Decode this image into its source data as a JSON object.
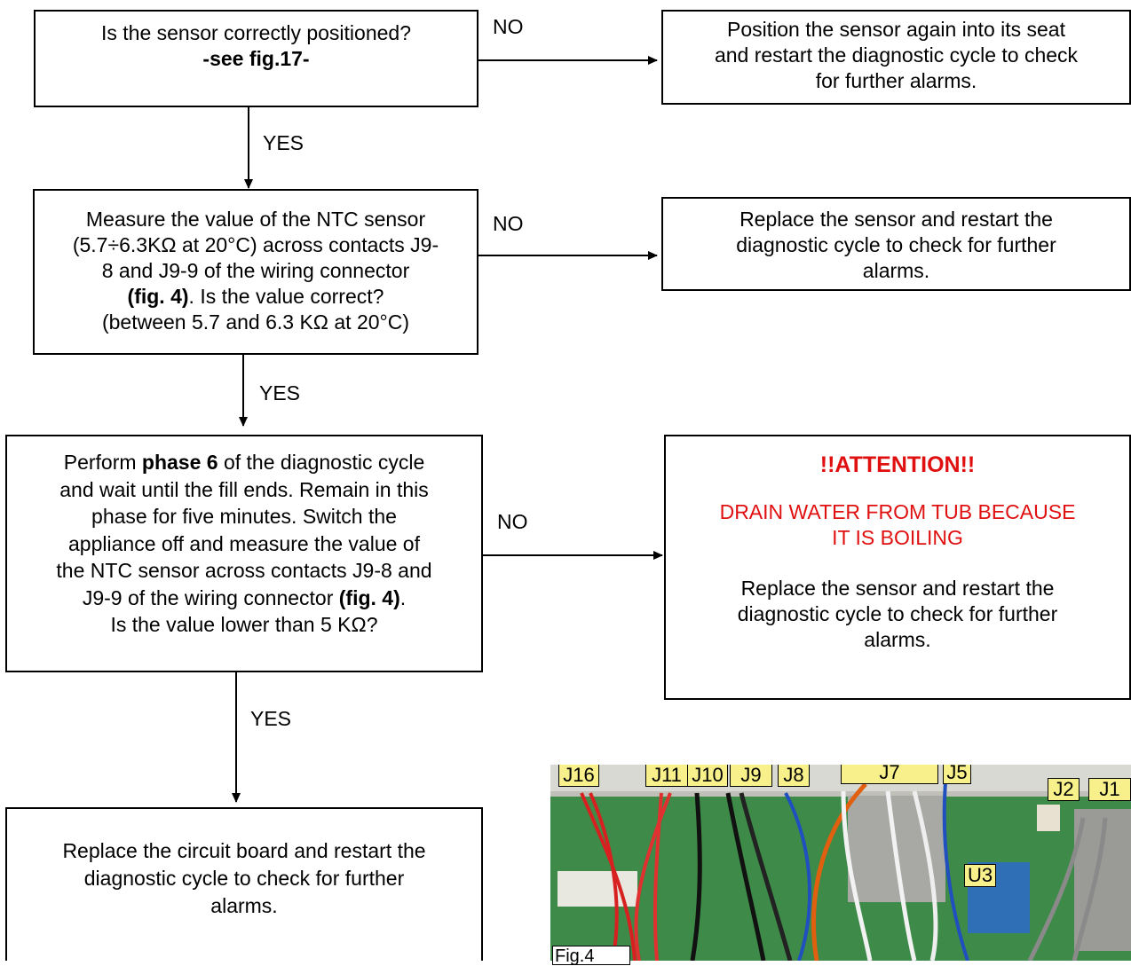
{
  "boxes": {
    "q1": {
      "line1": "Is the sensor correctly positioned?",
      "line2": "-see fig.17-"
    },
    "a1": {
      "line1": "Position the sensor again into its seat",
      "line2": "and restart the diagnostic cycle to check",
      "line3": "for further alarms."
    },
    "q2": {
      "line1": "Measure the value of the NTC sensor",
      "line2": "(5.7÷6.3KΩ at 20°C) across contacts J9-",
      "line3": "8 and J9-9 of the wiring connector",
      "line4_bold": "(fig. 4)",
      "line4_rest": ". Is the value correct?",
      "line5": "(between 5.7 and 6.3 KΩ at 20°C)"
    },
    "a2": {
      "line1": "Replace the sensor and restart the",
      "line2": "diagnostic cycle to check for further",
      "line3": "alarms."
    },
    "q3": {
      "line1_pre": "Perform ",
      "line1_bold": "phase 6",
      "line1_post": " of the diagnostic cycle",
      "line2": "and wait until the fill ends. Remain in this",
      "line3": "phase for five minutes. Switch the",
      "line4": "appliance off and measure the value of",
      "line5": "the NTC sensor across contacts J9-8 and",
      "line6_pre": "J9-9 of the wiring connector ",
      "line6_bold": "(fig. 4)",
      "line6_post": ".",
      "line7": "Is the value lower than 5 KΩ?"
    },
    "a3": {
      "title": "!!ATTENTION!!",
      "warn1": "DRAIN WATER FROM TUB BECAUSE",
      "warn2": "IT IS BOILING",
      "line1": "Replace the sensor and restart the",
      "line2": "diagnostic cycle to check for further",
      "line3": "alarms."
    },
    "end": {
      "line1": "Replace the circuit board and restart the",
      "line2": "diagnostic cycle to check for further",
      "line3": "alarms."
    }
  },
  "labels": {
    "no1": "NO",
    "no2": "NO",
    "no3": "NO",
    "yes1": "YES",
    "yes2": "YES",
    "yes3": "YES"
  },
  "figure": {
    "caption": "Fig.4",
    "connectors": [
      "J16",
      "J11",
      "J10",
      "J9",
      "J8",
      "J7",
      "J5",
      "J2",
      "J1",
      "U3"
    ]
  },
  "colors": {
    "warning": "#e01010",
    "tag": "#f8f08a",
    "board": "#3f8c4a"
  }
}
